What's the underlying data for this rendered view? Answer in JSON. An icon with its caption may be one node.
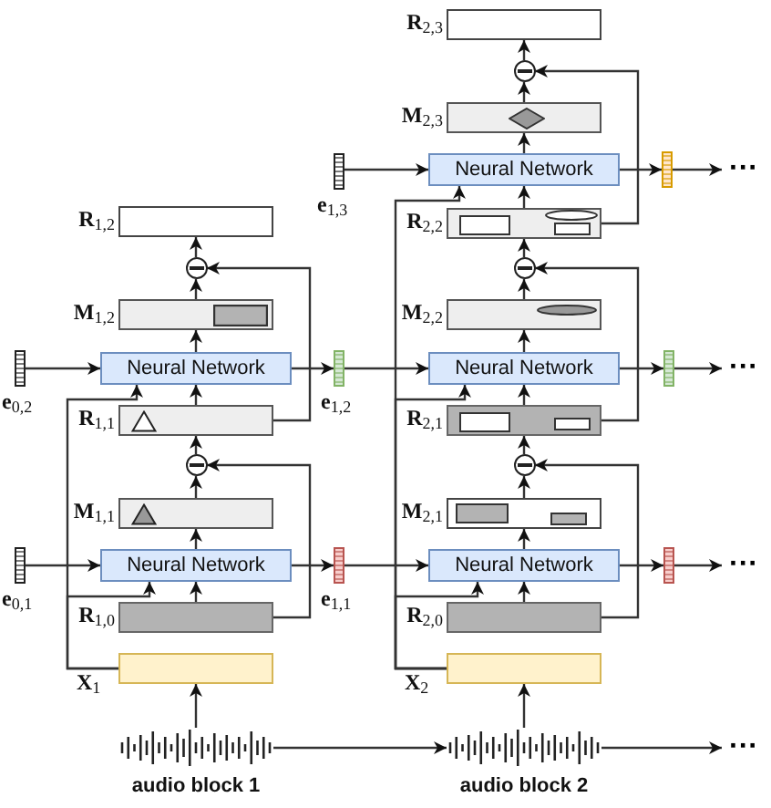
{
  "diagram": {
    "nodes": [
      {
        "text": [],
        "shape": "box",
        "beside": [
          "**R**$_{2,3}$"
        ]
      },
      {
        "text": [],
        "shape": "circle"
      },
      {
        "text": [],
        "shape": "box",
        "beside": [
          "**M**$_{2,3}$"
        ]
      },
      {
        "text": [],
        "shape": "bar",
        "beside": [
          "**e**$_{1,3}$"
        ]
      },
      {
        "text": [
          "Neural Network"
        ]
      },
      {
        "text": [],
        "shape": "bar"
      },
      {
        "text": [
          "···"
        ]
      },
      {
        "text": [],
        "shape": "box",
        "beside": [
          "**R**$_{2,2}$"
        ]
      },
      {
        "text": [],
        "shape": "circle"
      },
      {
        "text": [],
        "shape": "box",
        "beside": [
          "**R**$_{1,2}$"
        ]
      },
      {
        "text": [],
        "shape": "circle"
      },
      {
        "text": [],
        "shape": "box",
        "beside": [
          "**M**$_{2,2}$"
        ]
      },
      {
        "text": [],
        "shape": "box",
        "beside": [
          "**M**$_{1,2}$"
        ]
      },
      {
        "text": [],
        "shape": "bar",
        "beside": [
          "**e**$_{0,2}$"
        ]
      },
      {
        "text": [
          "Neural Network"
        ]
      },
      {
        "text": [],
        "shape": "bar",
        "beside": [
          "**e**$_{1,2}$"
        ]
      },
      {
        "text": [
          "Neural Network"
        ]
      },
      {
        "text": [],
        "shape": "bar"
      },
      {
        "text": [
          "···"
        ]
      },
      {
        "text": [],
        "shape": "box",
        "beside": [
          "**R**$_{1,1}$"
        ]
      },
      {
        "text": [],
        "shape": "box",
        "beside": [
          "**R**$_{2,1}$"
        ]
      },
      {
        "text": [],
        "shape": "circle"
      },
      {
        "text": [],
        "shape": "circle"
      },
      {
        "text": [],
        "shape": "box",
        "beside": [
          "**M**$_{1,1}$"
        ]
      },
      {
        "text": [],
        "shape": "box",
        "beside": [
          "**M**$_{2,1}$"
        ]
      },
      {
        "text": [],
        "shape": "bar",
        "beside": [
          "**e**$_{0,1}$"
        ]
      },
      {
        "text": [
          "Neural Network"
        ]
      },
      {
        "text": [],
        "shape": "bar",
        "beside": [
          "**e**$_{1,1}$"
        ]
      },
      {
        "text": [
          "Neural Network"
        ]
      },
      {
        "text": [],
        "shape": "bar"
      },
      {
        "text": [
          "···"
        ]
      },
      {
        "text": [],
        "shape": "box",
        "beside": [
          "**R**$_{1,0}$"
        ]
      },
      {
        "text": [],
        "shape": "box",
        "beside": [
          "**R**$_{2,0}$"
        ]
      },
      {
        "text": [],
        "shape": "box",
        "beside": [
          "**X**$_{1}$"
        ]
      },
      {
        "text": [],
        "shape": "box",
        "beside": [
          "**X**$_{2}$"
        ]
      },
      {
        "text": [],
        "shape": "picture",
        "beside": [
          "audio block 1"
        ]
      },
      {
        "text": [],
        "shape": "picture",
        "beside": [
          "audio block 2"
        ]
      },
      {
        "text": [
          "···"
        ]
      }
    ],
    "edges": [
      {
        "from": 31,
        "to": 26,
        "arrow": "to"
      },
      {
        "from": 26,
        "to": 23,
        "arrow": "to"
      },
      {
        "from": 23,
        "to": 21,
        "arrow": "to"
      },
      {
        "from": 21,
        "to": 19,
        "arrow": "to"
      },
      {
        "from": 19,
        "to": 14,
        "arrow": "to"
      },
      {
        "from": 14,
        "to": 12,
        "arrow": "to"
      },
      {
        "from": 12,
        "to": 10,
        "arrow": "to"
      },
      {
        "from": 10,
        "to": 9,
        "arrow": "to"
      },
      {
        "from": 31,
        "to": 21,
        "arrow": "to"
      },
      {
        "from": 19,
        "to": 10,
        "arrow": "to"
      },
      {
        "from": 33,
        "to": 26,
        "arrow": "to"
      },
      {
        "from": 33,
        "to": 14,
        "arrow": "to"
      },
      {
        "from": 25,
        "to": 26,
        "arrow": "to"
      },
      {
        "from": 13,
        "to": 14,
        "arrow": "to"
      },
      {
        "from": 26,
        "to": 27,
        "arrow": "to"
      },
      {
        "from": 14,
        "to": 15,
        "arrow": "to"
      },
      {
        "from": 27,
        "to": 28,
        "arrow": "to"
      },
      {
        "from": 15,
        "to": 16,
        "arrow": "to"
      },
      {
        "from": 35,
        "to": 33,
        "arrow": "to"
      },
      {
        "from": 35,
        "to": 36,
        "arrow": "to"
      },
      {
        "from": 32,
        "to": 28,
        "arrow": "to"
      },
      {
        "from": 28,
        "to": 24,
        "arrow": "to"
      },
      {
        "from": 24,
        "to": 22,
        "arrow": "to"
      },
      {
        "from": 22,
        "to": 20,
        "arrow": "to"
      },
      {
        "from": 20,
        "to": 16,
        "arrow": "to"
      },
      {
        "from": 16,
        "to": 11,
        "arrow": "to"
      },
      {
        "from": 11,
        "to": 8,
        "arrow": "to"
      },
      {
        "from": 8,
        "to": 7,
        "arrow": "to"
      },
      {
        "from": 7,
        "to": 4,
        "arrow": "to"
      },
      {
        "from": 4,
        "to": 2,
        "arrow": "to"
      },
      {
        "from": 2,
        "to": 1,
        "arrow": "to"
      },
      {
        "from": 1,
        "to": 0,
        "arrow": "to"
      },
      {
        "from": 32,
        "to": 22,
        "arrow": "to"
      },
      {
        "from": 20,
        "to": 8,
        "arrow": "to"
      },
      {
        "from": 7,
        "to": 1,
        "arrow": "to"
      },
      {
        "from": 34,
        "to": 28,
        "arrow": "to"
      },
      {
        "from": 34,
        "to": 16,
        "arrow": "to"
      },
      {
        "from": 34,
        "to": 4,
        "arrow": "to"
      },
      {
        "from": 3,
        "to": 4,
        "arrow": "to"
      },
      {
        "from": 28,
        "to": 29,
        "arrow": "to"
      },
      {
        "from": 16,
        "to": 17,
        "arrow": "to"
      },
      {
        "from": 4,
        "to": 5,
        "arrow": "to"
      },
      {
        "from": 29,
        "to": 30,
        "arrow": "to"
      },
      {
        "from": 17,
        "to": 18,
        "arrow": "to"
      },
      {
        "from": 5,
        "to": 6,
        "arrow": "to"
      },
      {
        "from": 36,
        "to": 34,
        "arrow": "to"
      },
      {
        "from": 36,
        "to": 37,
        "arrow": "to"
      }
    ]
  }
}
